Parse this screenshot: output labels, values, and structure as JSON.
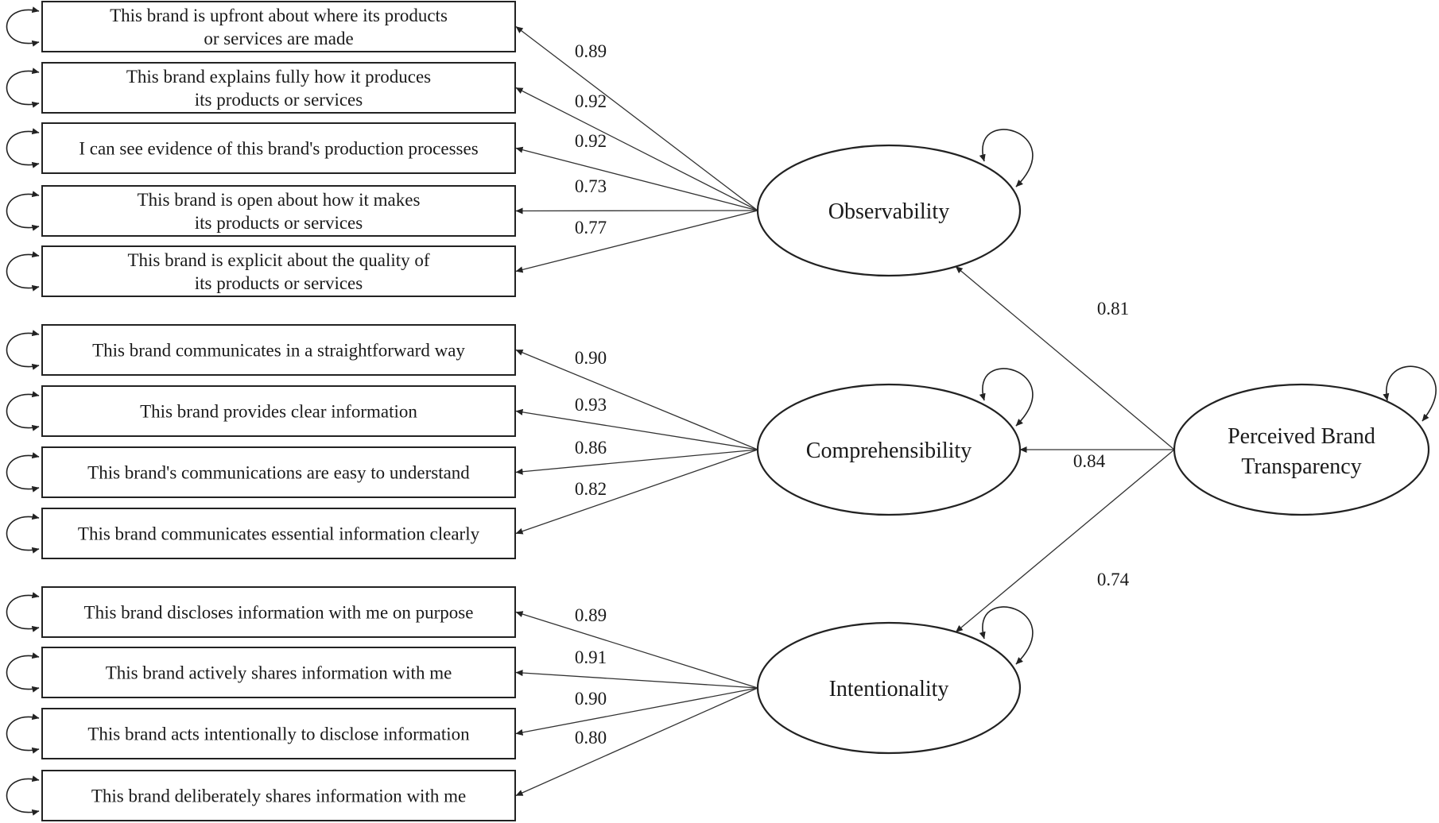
{
  "factors": [
    {
      "label": "Observability",
      "second_order_loading": "0.81",
      "items": [
        {
          "lines": [
            "This brand is upfront about where its products",
            "or services are made"
          ],
          "loading": "0.89"
        },
        {
          "lines": [
            "This brand explains fully how it produces",
            "its products or services"
          ],
          "loading": "0.92"
        },
        {
          "lines": [
            "I can see evidence of this brand's production processes"
          ],
          "loading": "0.92"
        },
        {
          "lines": [
            "This brand is open about how it makes",
            "its products or services"
          ],
          "loading": "0.73"
        },
        {
          "lines": [
            "This brand is explicit about the quality of",
            "its products or services"
          ],
          "loading": "0.77"
        }
      ]
    },
    {
      "label": "Comprehensibility",
      "second_order_loading": "0.84",
      "items": [
        {
          "lines": [
            "This brand communicates in a straightforward way"
          ],
          "loading": "0.90"
        },
        {
          "lines": [
            "This brand provides clear information"
          ],
          "loading": "0.93"
        },
        {
          "lines": [
            "This brand's communications are easy to understand"
          ],
          "loading": "0.86"
        },
        {
          "lines": [
            "This brand communicates essential information clearly"
          ],
          "loading": "0.82"
        }
      ]
    },
    {
      "label": "Intentionality",
      "second_order_loading": "0.74",
      "items": [
        {
          "lines": [
            "This brand discloses information with me on purpose"
          ],
          "loading": "0.89"
        },
        {
          "lines": [
            "This brand actively shares information with me"
          ],
          "loading": "0.91"
        },
        {
          "lines": [
            "This brand acts intentionally to disclose information"
          ],
          "loading": "0.90"
        },
        {
          "lines": [
            "This brand deliberately shares information with me"
          ],
          "loading": "0.80"
        }
      ]
    }
  ],
  "higher_order": {
    "lines": [
      "Perceived Brand",
      "Transparency"
    ]
  }
}
